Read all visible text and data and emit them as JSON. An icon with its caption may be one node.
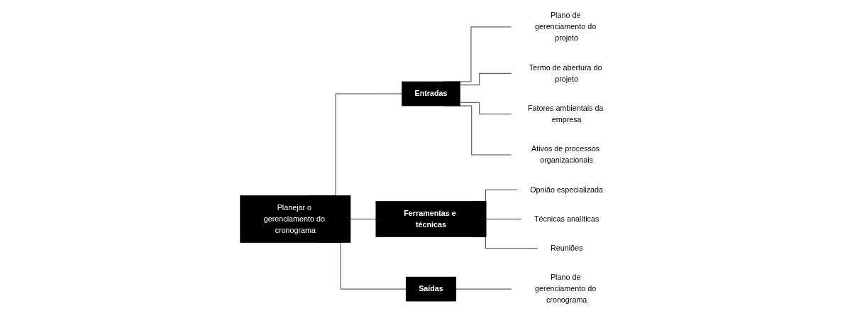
{
  "diagram": {
    "nodes": [
      {
        "text": [
          "Planejar o gerenciamento do cronograma"
        ]
      },
      {
        "text": [
          "Entradas"
        ]
      },
      {
        "text": [
          "Plano de gerenciamento do projeto"
        ]
      },
      {
        "text": [
          "Termo de abertura do projeto"
        ]
      },
      {
        "text": [
          "Fatores ambientais da empresa"
        ]
      },
      {
        "text": [
          "Ativos de processos organizacionais"
        ]
      },
      {
        "text": [
          "Ferramentas e técnicas"
        ]
      },
      {
        "text": [
          "Opnião especializada"
        ]
      },
      {
        "text": [
          "Técnicas analíticas"
        ]
      },
      {
        "text": [
          "Reuniões"
        ]
      },
      {
        "text": [
          "Saídas"
        ]
      },
      {
        "text": [
          "Plano de gerenciamento do cronograma"
        ]
      }
    ],
    "edges": [
      {
        "from": 0,
        "to": 1,
        "arrow": "none"
      },
      {
        "from": 1,
        "to": 2,
        "arrow": "none"
      },
      {
        "from": 1,
        "to": 3,
        "arrow": "none"
      },
      {
        "from": 1,
        "to": 4,
        "arrow": "none"
      },
      {
        "from": 1,
        "to": 5,
        "arrow": "none"
      },
      {
        "from": 0,
        "to": 6,
        "arrow": "none"
      },
      {
        "from": 6,
        "to": 7,
        "arrow": "none"
      },
      {
        "from": 6,
        "to": 8,
        "arrow": "none"
      },
      {
        "from": 6,
        "to": 9,
        "arrow": "none"
      },
      {
        "from": 0,
        "to": 10,
        "arrow": "none"
      },
      {
        "from": 10,
        "to": 11,
        "arrow": "none"
      }
    ]
  }
}
